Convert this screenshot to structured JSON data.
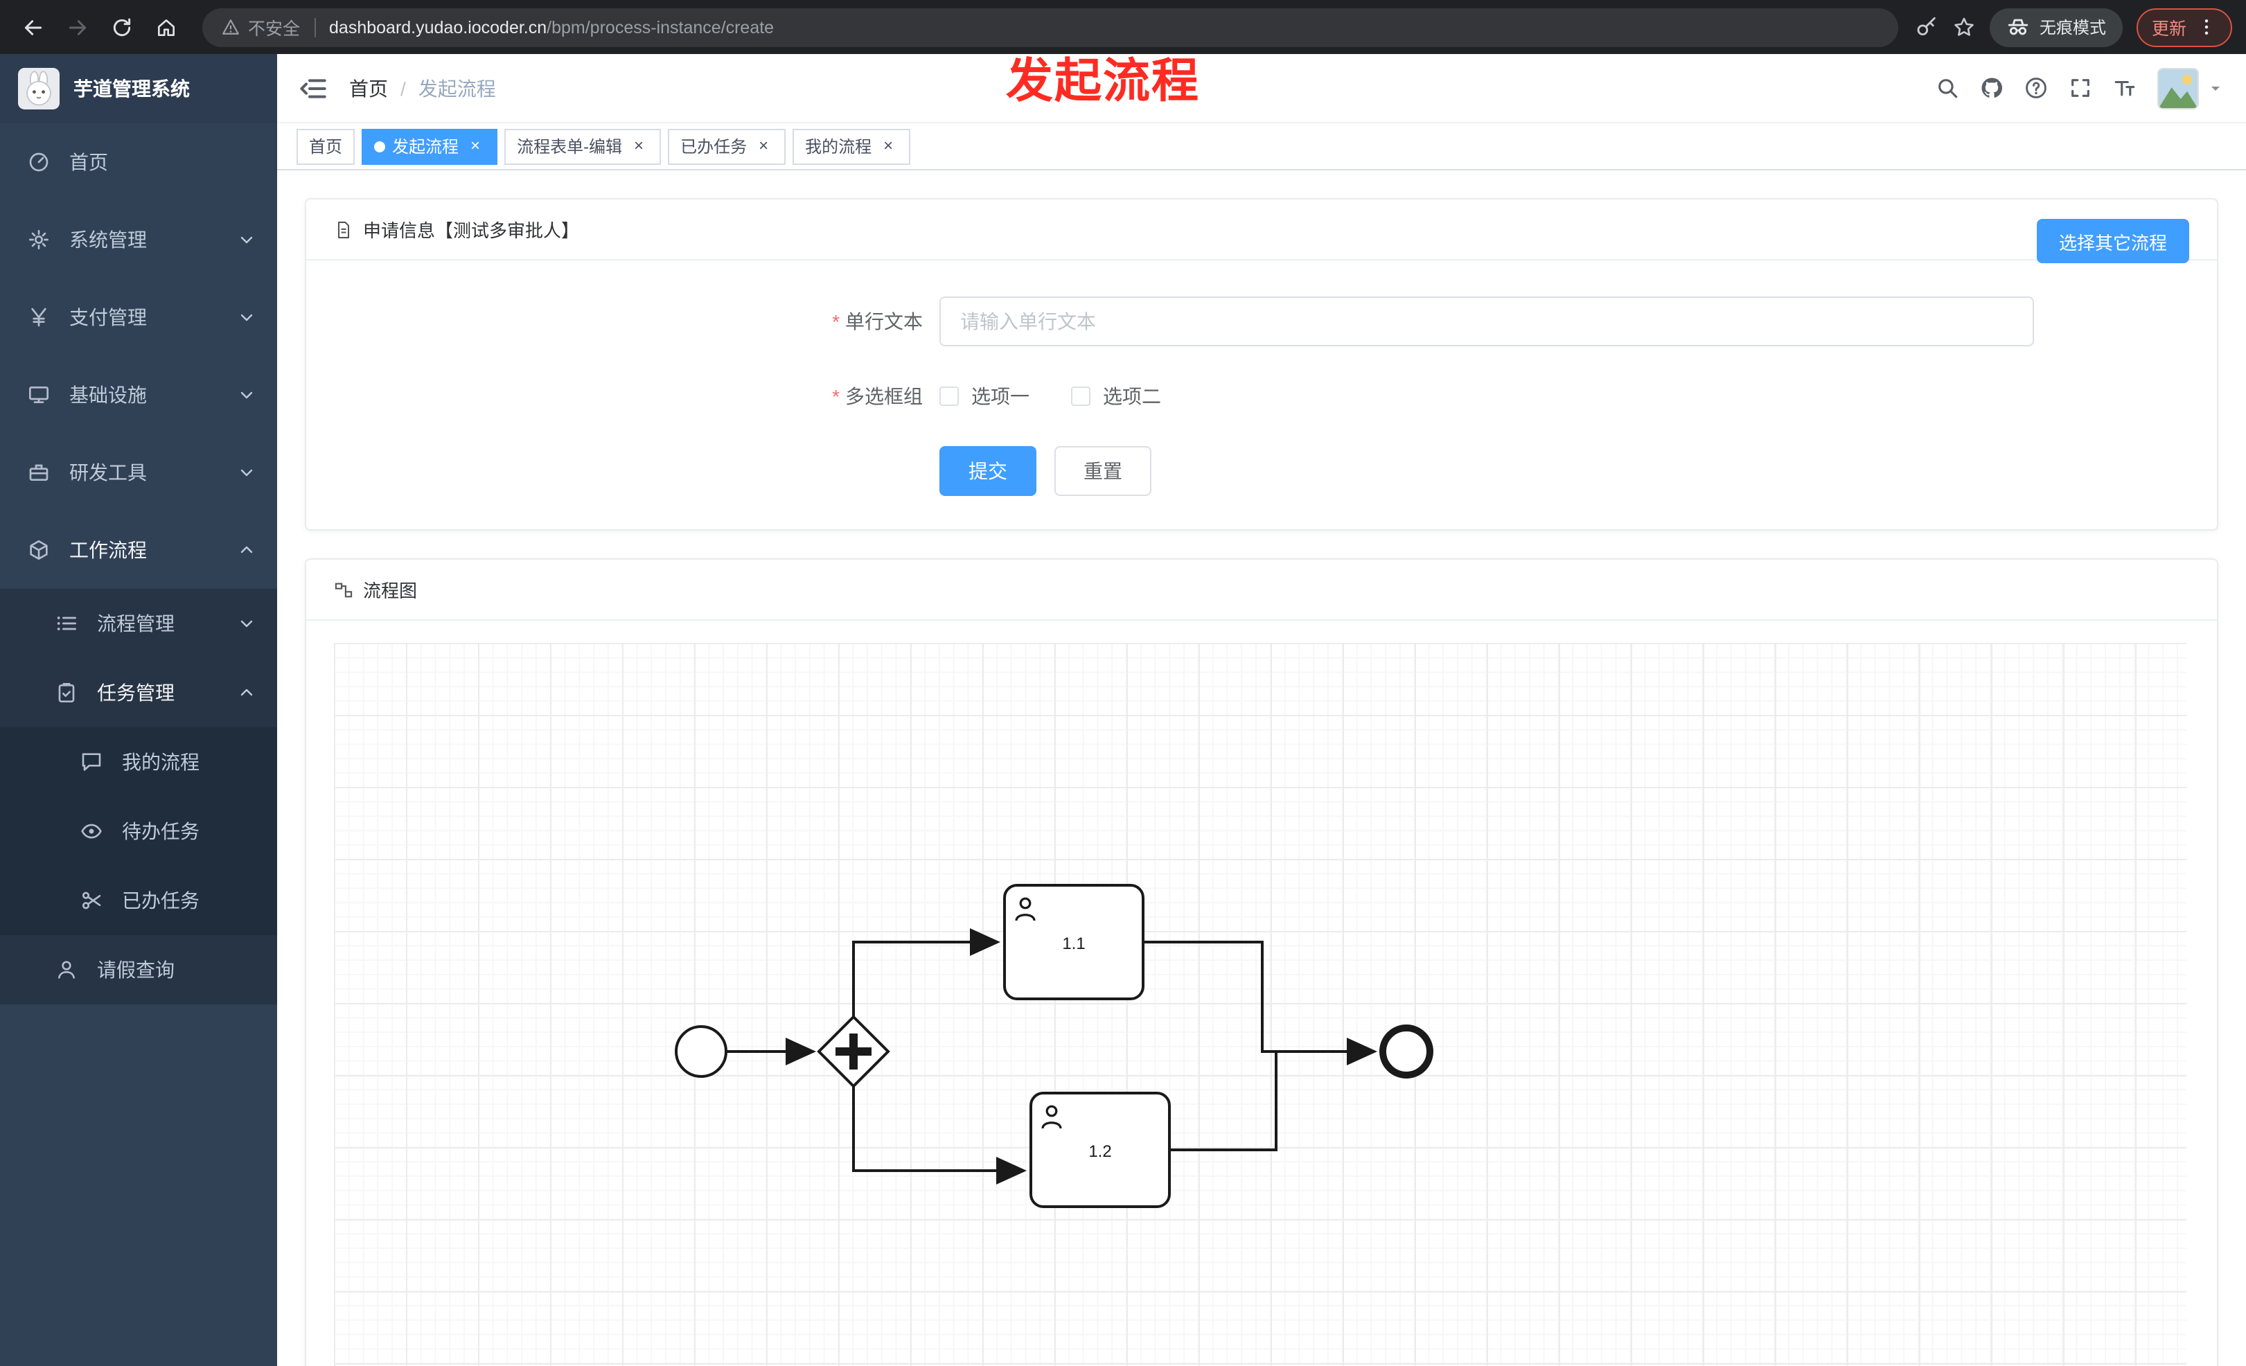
{
  "browser": {
    "security_label": "不安全",
    "url_host": "dashboard.yudao.iocoder.cn",
    "url_path": "/bpm/process-instance/create",
    "incognito_label": "无痕模式",
    "update_label": "更新",
    "nav_icons": [
      "back-icon",
      "forward-icon",
      "reload-icon",
      "home-icon"
    ],
    "right_icons": [
      "key-icon",
      "star-icon",
      "incognito-icon",
      "kebab-menu-icon"
    ]
  },
  "sidebar": {
    "logo_title": "芋道管理系统",
    "items": [
      {
        "label": "首页",
        "icon": "dashboard-icon",
        "level": 1,
        "expandable": false
      },
      {
        "label": "系统管理",
        "icon": "gear-icon",
        "level": 1,
        "expandable": true,
        "expanded": false
      },
      {
        "label": "支付管理",
        "icon": "yen-icon",
        "level": 1,
        "expandable": true,
        "expanded": false
      },
      {
        "label": "基础设施",
        "icon": "monitor-icon",
        "level": 1,
        "expandable": true,
        "expanded": false
      },
      {
        "label": "研发工具",
        "icon": "toolbox-icon",
        "level": 1,
        "expandable": true,
        "expanded": false
      },
      {
        "label": "工作流程",
        "icon": "cube-icon",
        "level": 1,
        "expandable": true,
        "expanded": true
      },
      {
        "label": "流程管理",
        "icon": "list-icon",
        "level": 2,
        "expandable": true,
        "expanded": false
      },
      {
        "label": "任务管理",
        "icon": "clipboard-icon",
        "level": 2,
        "expandable": true,
        "expanded": true
      },
      {
        "label": "我的流程",
        "icon": "chat-icon",
        "level": 3,
        "expandable": false
      },
      {
        "label": "待办任务",
        "icon": "eye-icon",
        "level": 3,
        "expandable": false
      },
      {
        "label": "已办任务",
        "icon": "scissors-icon",
        "level": 3,
        "expandable": false
      },
      {
        "label": "请假查询",
        "icon": "user-icon",
        "level": 2,
        "expandable": false
      }
    ]
  },
  "header": {
    "breadcrumb": [
      "首页",
      "发起流程"
    ],
    "right_icons": [
      "search-icon",
      "github-icon",
      "question-icon",
      "fullscreen-icon",
      "font-size-icon",
      "avatar",
      "caret-down-icon"
    ]
  },
  "annotation": {
    "text": "发起流程",
    "color": "#fd2b22"
  },
  "tabs": [
    {
      "label": "首页",
      "active": false,
      "closable": false
    },
    {
      "label": "发起流程",
      "active": true,
      "closable": true
    },
    {
      "label": "流程表单-编辑",
      "active": false,
      "closable": true
    },
    {
      "label": "已办任务",
      "active": false,
      "closable": true
    },
    {
      "label": "我的流程",
      "active": false,
      "closable": true
    }
  ],
  "form_card": {
    "title": "申请信息【测试多审批人】",
    "title_icon": "document-icon",
    "select_other_label": "选择其它流程",
    "fields": [
      {
        "label": "单行文本",
        "required": true,
        "type": "text",
        "value": "",
        "placeholder": "请输入单行文本"
      },
      {
        "label": "多选框组",
        "required": true,
        "type": "checkbox-group",
        "options": [
          {
            "label": "选项一",
            "checked": false
          },
          {
            "label": "选项二",
            "checked": false
          }
        ]
      }
    ],
    "submit_label": "提交",
    "reset_label": "重置"
  },
  "diagram_card": {
    "title": "流程图",
    "title_icon": "flowchart-icon",
    "type": "bpmn",
    "elements": {
      "start_event": "start",
      "gateway": "parallel-gateway",
      "tasks": [
        {
          "label": "1.1"
        },
        {
          "label": "1.2"
        }
      ],
      "end_event": "end"
    }
  },
  "colors": {
    "accent": "#409eff",
    "danger": "#f56c6c",
    "annotation_red": "#fd2b22",
    "sidebar_bg": "#304156",
    "submenu_bg": "#263445",
    "submenu_deep_bg": "#1f2d3d",
    "chrome_bg": "#202124"
  }
}
